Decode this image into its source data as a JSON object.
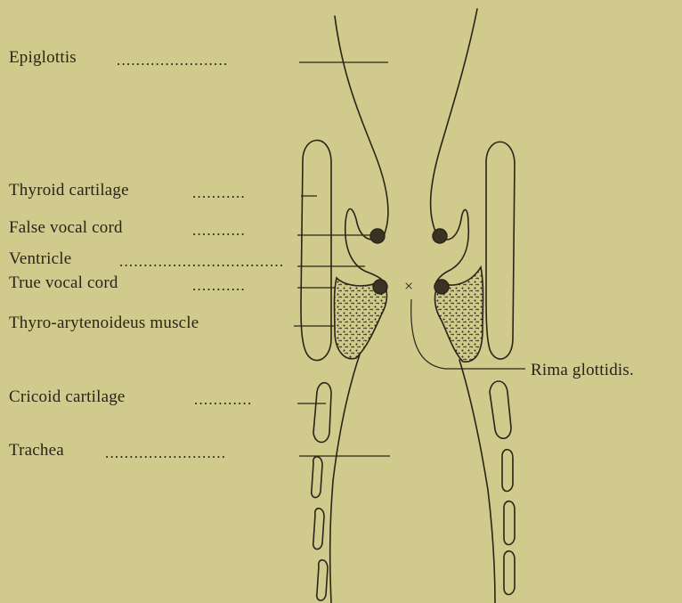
{
  "labels": {
    "epiglottis": "Epiglottis",
    "thyroid_cartilage": "Thyroid cartilage",
    "false_vocal_cord": "False vocal cord",
    "ventricle": "Ventricle",
    "true_vocal_cord": "True vocal cord",
    "thyro_arytenoideus": "Thyro-arytenoideus muscle",
    "cricoid_cartilage": "Cricoid cartilage",
    "trachea": "Trachea",
    "rima_glottidis": "Rima glottidis.",
    "glottis_marker": "×"
  },
  "colors": {
    "paper": "#d0ca8c",
    "ink": "#2a2418"
  }
}
